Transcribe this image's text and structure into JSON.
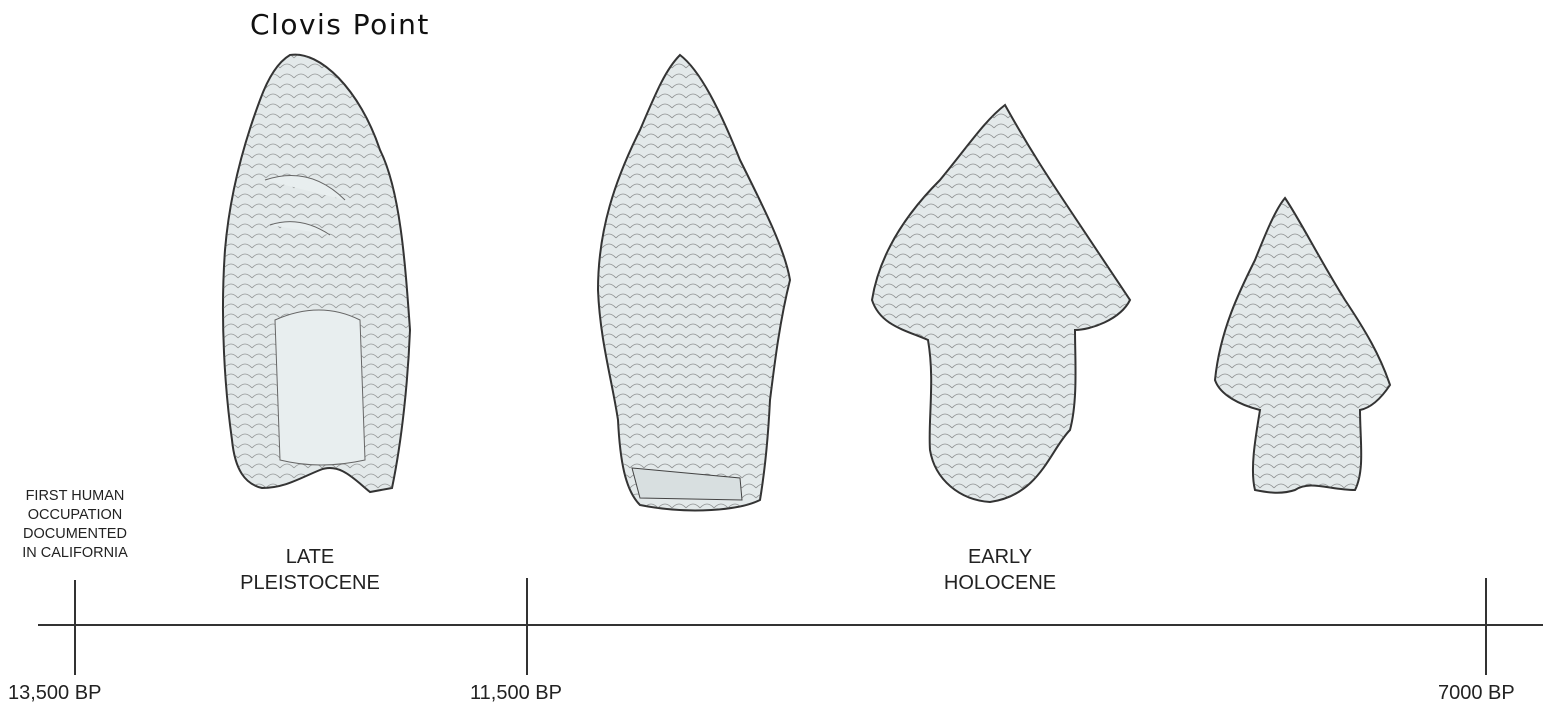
{
  "title": "Clovis Point",
  "first_occupation": "FIRST HUMAN\nOCCUPATION\nDOCUMENTED\nIN CALIFORNIA",
  "periods": {
    "late": "LATE\nPLEISTOCENE",
    "early": "EARLY\nHOLOCENE"
  },
  "dates": [
    "13,500 BP",
    "11,500 BP",
    "7000 BP"
  ],
  "colors": {
    "artifact_fill": "#e3e9ea",
    "ink": "#333333"
  },
  "icons": [
    "clovis-point-icon",
    "lanceolate-point-icon",
    "shouldered-point-icon",
    "stemmed-point-icon"
  ]
}
